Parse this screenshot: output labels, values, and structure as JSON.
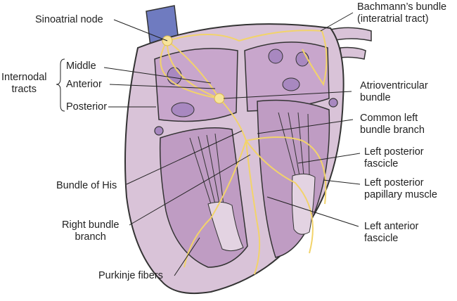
{
  "labels": {
    "sinoatrial_node": "Sinoatrial node",
    "bachmanns_line1": "Bachmann’s bundle",
    "bachmanns_line2": "(interatrial tract)",
    "internodal_line1": "Internodal",
    "internodal_line2": "tracts",
    "middle": "Middle",
    "anterior": "Anterior",
    "posterior": "Posterior",
    "av_bundle_line1": "Atrioventricular",
    "av_bundle_line2": "bundle",
    "common_left_line1": "Common left",
    "common_left_line2": "bundle branch",
    "left_post_fascicle_line1": "Left posterior",
    "left_post_fascicle_line2": "fascicle",
    "left_post_papillary_line1": "Left posterior",
    "left_post_papillary_line2": "papillary muscle",
    "bundle_of_his": "Bundle of His",
    "right_bundle_line1": "Right bundle",
    "right_bundle_line2": "branch",
    "left_ant_fascicle_line1": "Left anterior",
    "left_ant_fascicle_line2": "fascicle",
    "purkinje": "Purkinje fibers"
  },
  "colors": {
    "heart_outer": "#d9c3d8",
    "heart_inner": "#c8a6cc",
    "chamber": "#bf9cc3",
    "vessel": "#6f7bc0",
    "conduction": "#f2d36a",
    "outline": "#3a3a3a"
  }
}
